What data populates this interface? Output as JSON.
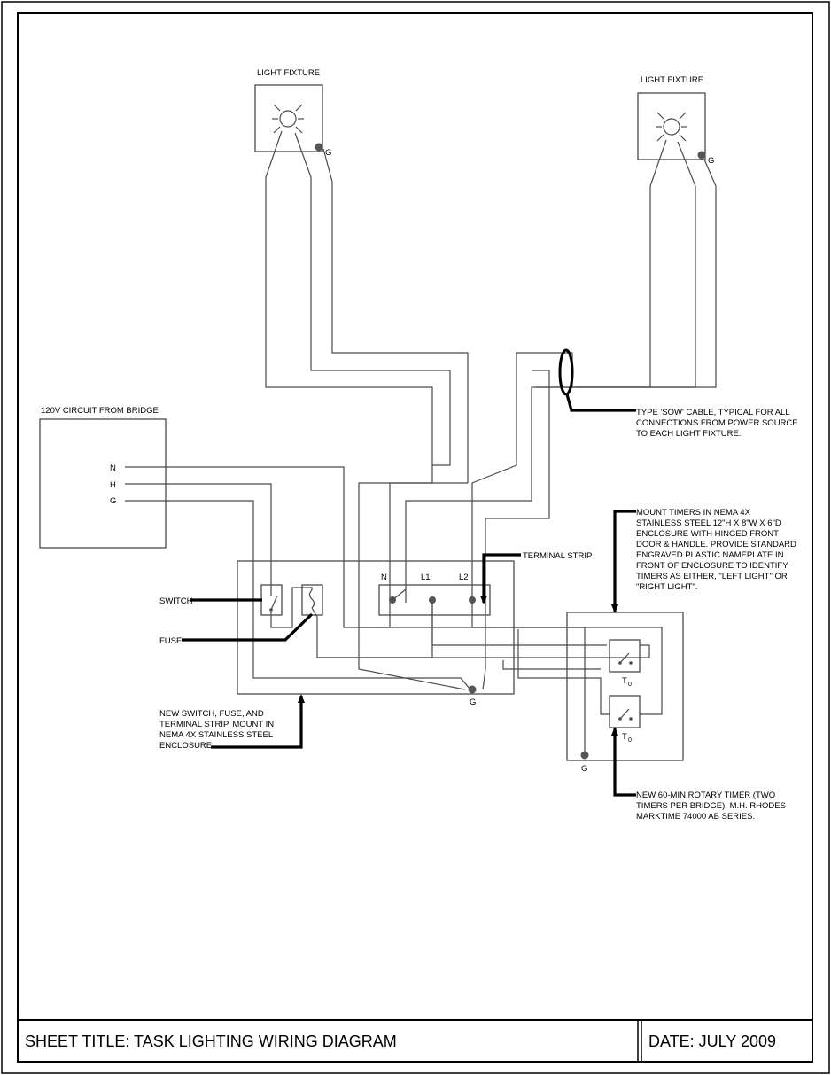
{
  "fixtures": {
    "left_label": "LIGHT FIXTURE",
    "right_label": "LIGHT FIXTURE",
    "ground_left": "G",
    "ground_right": "G"
  },
  "source": {
    "title": "120V CIRCUIT FROM BRIDGE",
    "n": "N",
    "h": "H",
    "g": "G"
  },
  "enclosure": {
    "terminals": [
      "N",
      "L1",
      "L2"
    ],
    "ground": "G"
  },
  "timer_box": {
    "timer_label_1": "T",
    "timer_sub_1": "0",
    "timer_label_2": "T",
    "timer_sub_2": "0",
    "ground": "G"
  },
  "callouts": {
    "switch": "SWITCH",
    "fuse": "FUSE",
    "terminal_strip": "TERMINAL STRIP",
    "cable": [
      "TYPE 'SOW' CABLE, TYPICAL FOR ALL",
      "CONNECTIONS FROM POWER SOURCE",
      "TO EACH LIGHT FIXTURE."
    ],
    "timers_enclosure": [
      "MOUNT TIMERS IN NEMA 4X",
      "STAINLESS STEEL 12\"H X 8\"W X 6\"D",
      "ENCLOSURE WITH HINGED FRONT",
      "DOOR & HANDLE. PROVIDE STANDARD",
      "ENGRAVED PLASTIC NAMEPLATE IN",
      "FRONT OF ENCLOSURE TO IDENTIFY",
      "TIMERS AS EITHER, \"LEFT LIGHT\" OR",
      "\"RIGHT LIGHT\"."
    ],
    "switch_enclosure": [
      "NEW SWITCH, FUSE, AND",
      "TERMINAL STRIP, MOUNT IN",
      "NEMA 4X STAINLESS STEEL",
      "ENCLOSURE."
    ],
    "rotary_timer": [
      "NEW 60-MIN ROTARY TIMER (TWO",
      "TIMERS PER BRIDGE), M.H. RHODES",
      "MARKTIME 74000 AB SERIES."
    ]
  },
  "title_block": {
    "sheet_title": "SHEET TITLE:  TASK LIGHTING WIRING DIAGRAM",
    "date": "DATE: JULY 2009"
  }
}
